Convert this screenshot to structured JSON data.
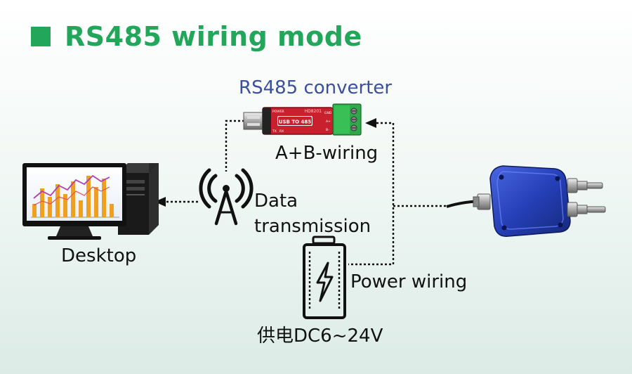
{
  "title": "RS485 wiring mode",
  "labels": {
    "converter": "RS485 converter",
    "ab_wiring": "A+B-wiring",
    "data_transmission_line1": "Data",
    "data_transmission_line2": "transmission",
    "desktop": "Desktop",
    "power_wiring": "Power wiring",
    "power_supply": "供电DC6~24V"
  },
  "device_text": {
    "converter_model": "HD8201",
    "converter_badge": "USB TO 485",
    "converter_power": "POWER",
    "converter_tx": "TX",
    "converter_rx": "RX",
    "terminal_gnd": "GND",
    "terminal_a": "A+",
    "terminal_b": "B-"
  },
  "colors": {
    "title_green": "#22a65a",
    "converter_label_blue": "#3a4fa0",
    "sensor_blue": "#2540b8",
    "converter_red": "#c8202c",
    "terminal_green": "#2fa84a",
    "monitor_bars": "#f0a020",
    "monitor_line": "#b040b0"
  },
  "icons": [
    "title-square-icon",
    "usb-converter-icon",
    "antenna-icon",
    "desktop-computer-icon",
    "battery-icon",
    "pressure-transmitter-icon"
  ]
}
